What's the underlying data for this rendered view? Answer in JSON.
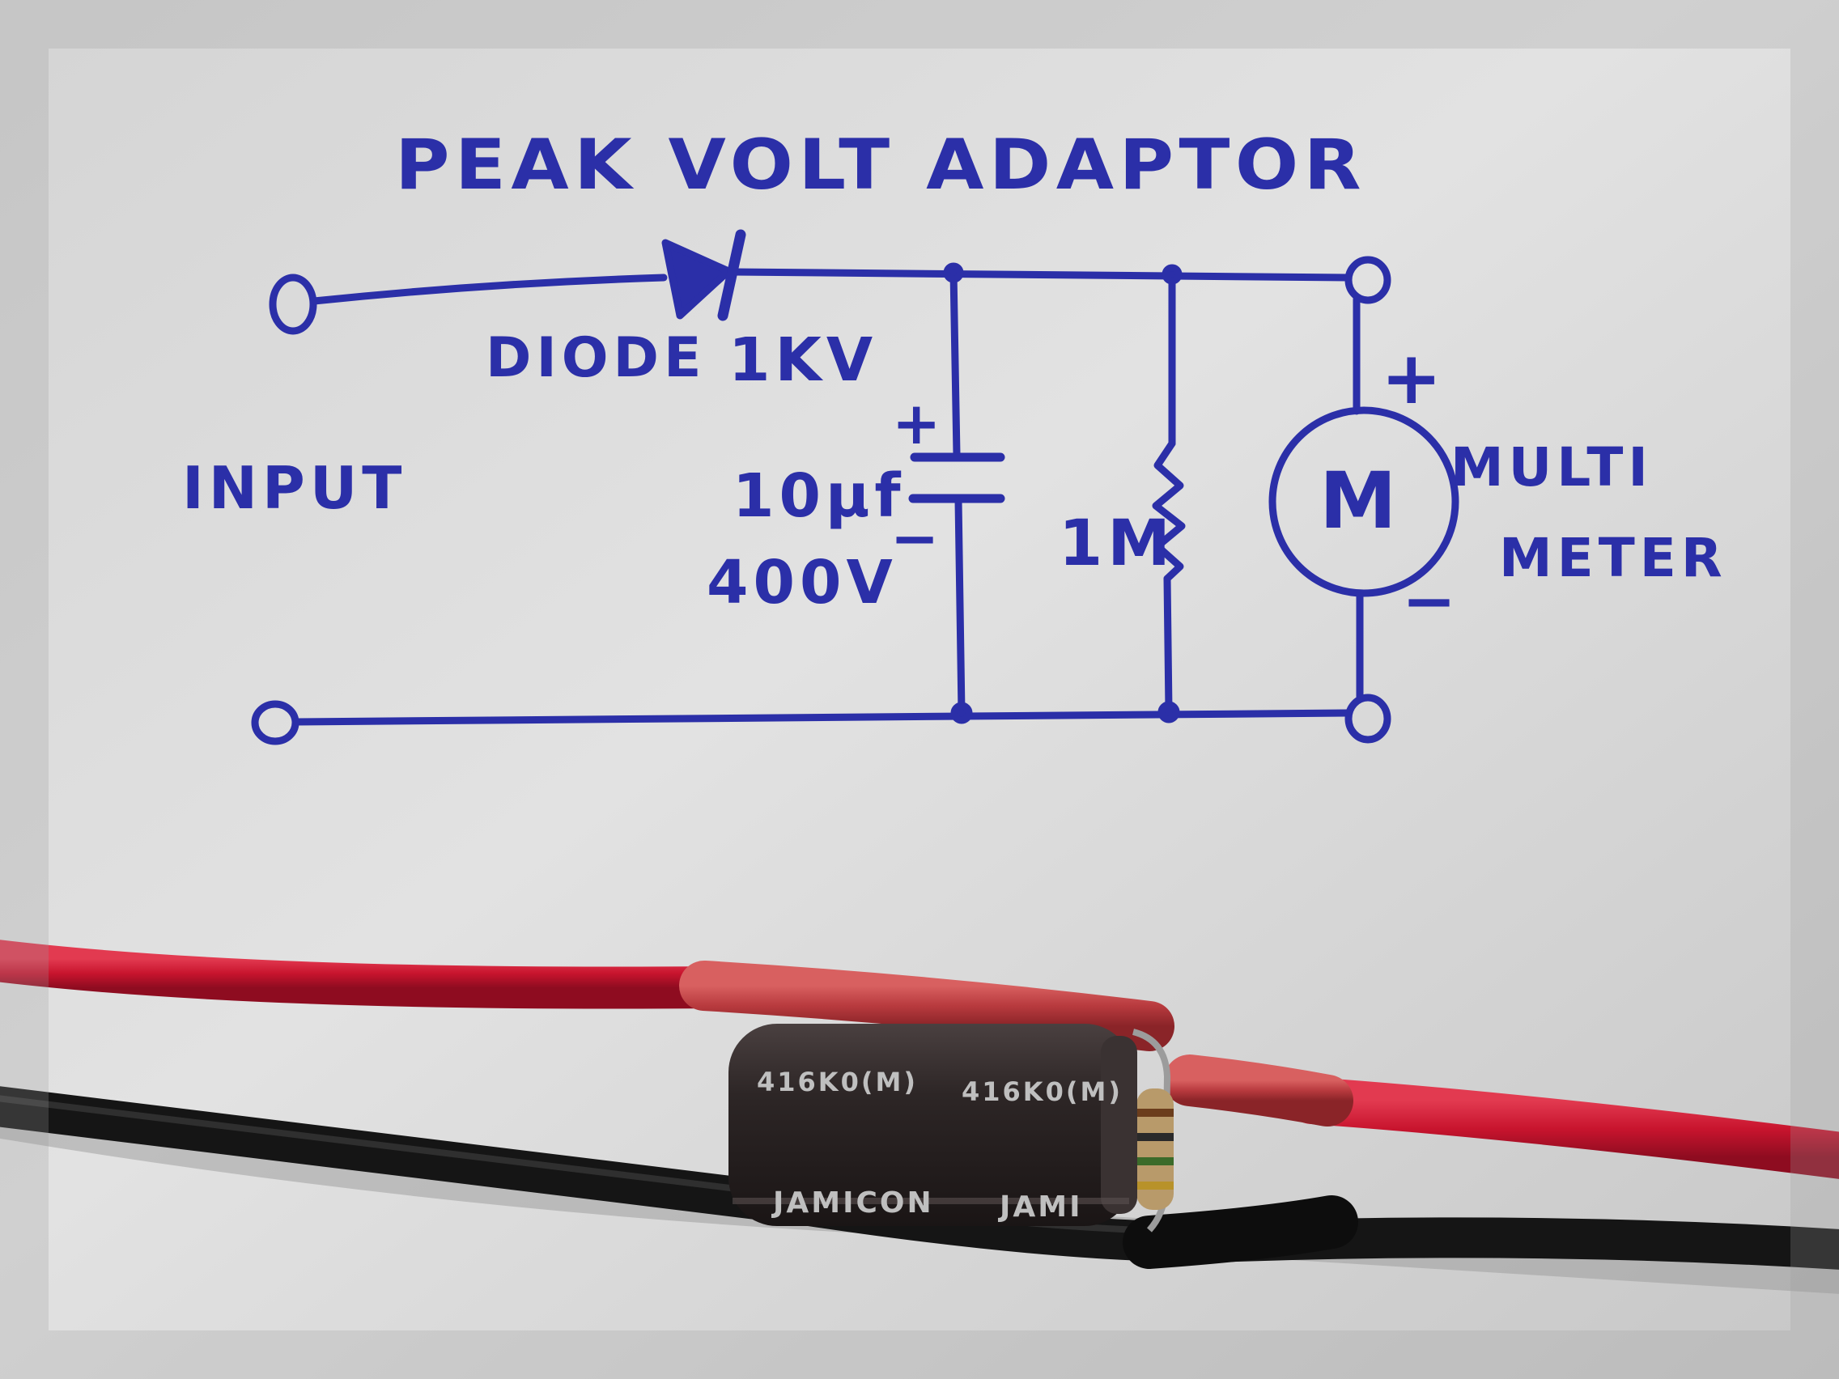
{
  "diagram": {
    "title": "PEAK VOLT ADAPTOR",
    "labels": {
      "input": "INPUT",
      "diode": "DIODE",
      "diode_rating": "1KV",
      "capacitor_value": "10µf",
      "capacitor_voltage": "400V",
      "capacitor_plus": "+",
      "capacitor_minus": "−",
      "resistor_value": "1M",
      "meter_symbol": "M",
      "meter_label_1": "MULTI",
      "meter_label_2": "METER",
      "meter_plus": "+",
      "meter_minus": "−"
    }
  },
  "photo": {
    "capacitor_print_1": "416K0(M)",
    "capacitor_print_2": "416K0(M)",
    "capacitor_brand_1": "JAMICON",
    "capacitor_brand_2": "JAMI"
  },
  "colors": {
    "ink": "#2b2fa8",
    "paper": "#d8d8d8",
    "red_wire": "#c8142e",
    "black_wire": "#141414",
    "capacitor_body": "#2a2424"
  }
}
